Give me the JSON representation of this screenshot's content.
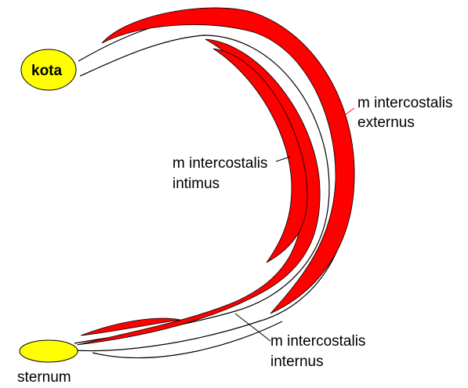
{
  "labels": {
    "vertebra": "kota",
    "sternum": "sternum",
    "externus_line1": "m intercostalis",
    "externus_line2": "externus",
    "intimus_line1": "m intercostalis",
    "intimus_line2": "intimus",
    "internus_line1": "m intercostalis",
    "internus_line2": "internus"
  },
  "colors": {
    "muscle": "#ff0000",
    "bone": "#ffff00",
    "outline": "#000000",
    "background": "#ffffff"
  }
}
